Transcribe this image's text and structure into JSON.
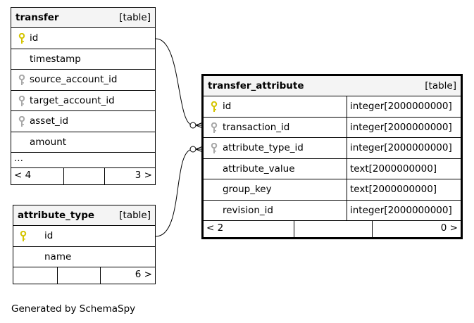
{
  "tables": {
    "transfer": {
      "name": "transfer",
      "tag": "[table]",
      "columns": [
        {
          "name": "id",
          "key": "primary"
        },
        {
          "name": "timestamp",
          "key": "none"
        },
        {
          "name": "source_account_id",
          "key": "foreign"
        },
        {
          "name": "target_account_id",
          "key": "foreign"
        },
        {
          "name": "asset_id",
          "key": "foreign"
        },
        {
          "name": "amount",
          "key": "none"
        }
      ],
      "ellipsis": "...",
      "footer": {
        "parents": "< 4",
        "children": "3 >"
      }
    },
    "attribute_type": {
      "name": "attribute_type",
      "tag": "[table]",
      "columns": [
        {
          "name": "id",
          "key": "primary"
        },
        {
          "name": "name",
          "key": "none"
        }
      ],
      "footer": {
        "parents": "",
        "children": "6 >"
      }
    },
    "transfer_attribute": {
      "name": "transfer_attribute",
      "tag": "[table]",
      "columns": [
        {
          "name": "id",
          "type": "integer[2000000000]",
          "key": "primary"
        },
        {
          "name": "transaction_id",
          "type": "integer[2000000000]",
          "key": "foreign"
        },
        {
          "name": "attribute_type_id",
          "type": "integer[2000000000]",
          "key": "foreign"
        },
        {
          "name": "attribute_value",
          "type": "text[2000000000]",
          "key": "none"
        },
        {
          "name": "group_key",
          "type": "text[2000000000]",
          "key": "none"
        },
        {
          "name": "revision_id",
          "type": "integer[2000000000]",
          "key": "none"
        }
      ],
      "footer": {
        "parents": "< 2",
        "children": "0 >"
      }
    }
  },
  "relationships": [
    {
      "from": "transfer.id",
      "to": "transfer_attribute.transaction_id"
    },
    {
      "from": "attribute_type.id",
      "to": "transfer_attribute.attribute_type_id"
    }
  ],
  "colors": {
    "primary_key": "#d4c400",
    "foreign_key": "#a8a8a8",
    "header_bg": "#f4f4f4"
  },
  "generated_by": "Generated by SchemaSpy"
}
